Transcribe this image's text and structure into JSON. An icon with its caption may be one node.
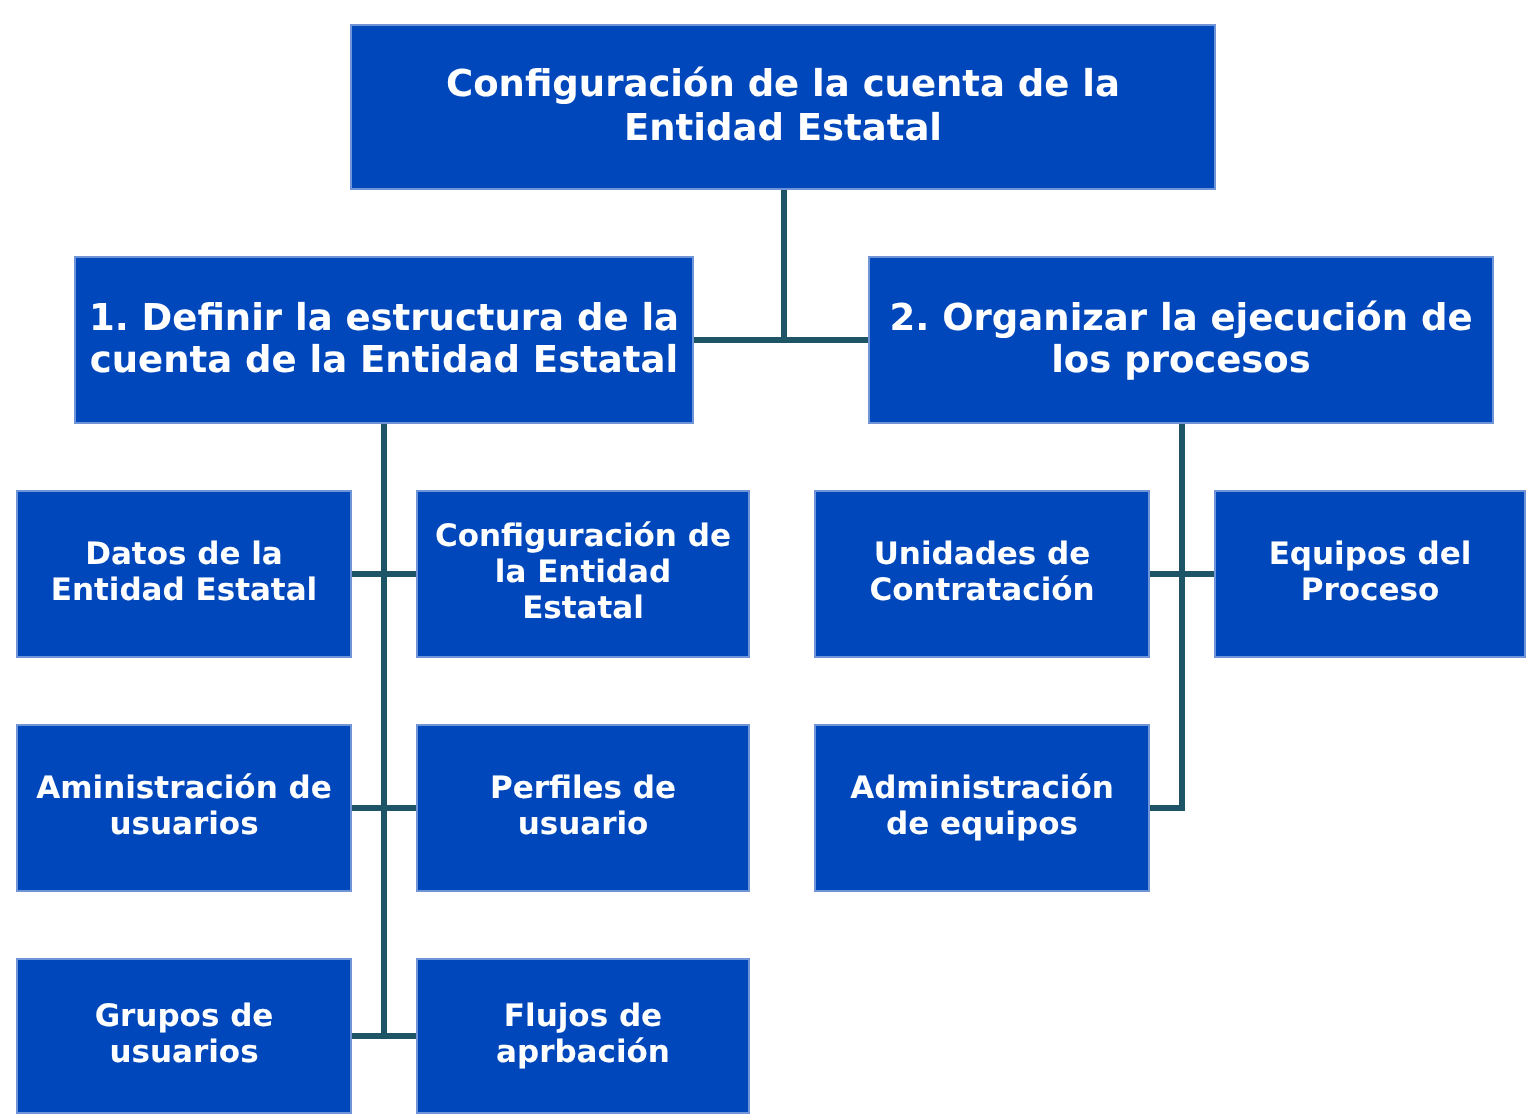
{
  "diagram": {
    "nodes": [
      {
        "text": [
          "Configuración de la cuenta de la Entidad Estatal"
        ]
      },
      {
        "text": [
          "1. Definir la estructura de la cuenta de la Entidad Estatal"
        ]
      },
      {
        "text": [
          "2. Organizar la ejecución de los procesos"
        ]
      },
      {
        "text": [
          "Datos de la Entidad Estatal"
        ]
      },
      {
        "text": [
          "Configuración de la Entidad Estatal"
        ]
      },
      {
        "text": [
          "Aministración de usuarios"
        ]
      },
      {
        "text": [
          "Perfiles de usuario"
        ]
      },
      {
        "text": [
          "Grupos de usuarios"
        ]
      },
      {
        "text": [
          "Flujos de aprbación"
        ]
      },
      {
        "text": [
          "Unidades de Contratación"
        ]
      },
      {
        "text": [
          "Equipos del Proceso"
        ]
      },
      {
        "text": [
          "Administración de equipos"
        ]
      }
    ],
    "edges": [
      {
        "from": 0,
        "to": 1,
        "arrow": "none"
      },
      {
        "from": 0,
        "to": 2,
        "arrow": "none"
      },
      {
        "from": 1,
        "to": 3,
        "arrow": "none"
      },
      {
        "from": 1,
        "to": 4,
        "arrow": "none"
      },
      {
        "from": 1,
        "to": 5,
        "arrow": "none"
      },
      {
        "from": 1,
        "to": 6,
        "arrow": "none"
      },
      {
        "from": 1,
        "to": 7,
        "arrow": "none"
      },
      {
        "from": 1,
        "to": 8,
        "arrow": "none"
      },
      {
        "from": 2,
        "to": 9,
        "arrow": "none"
      },
      {
        "from": 2,
        "to": 10,
        "arrow": "none"
      },
      {
        "from": 2,
        "to": 11,
        "arrow": "none"
      }
    ]
  }
}
